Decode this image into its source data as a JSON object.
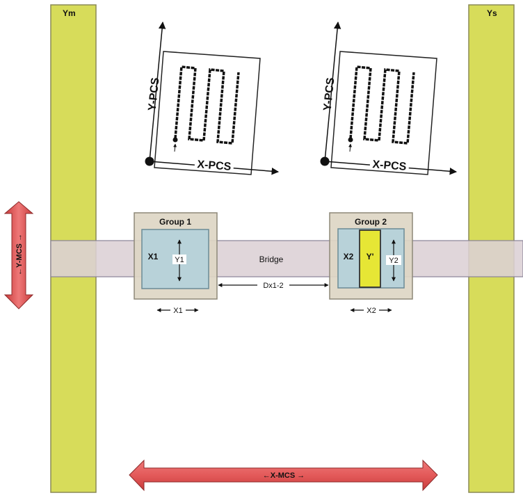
{
  "rails": {
    "left_label": "Ym",
    "right_label": "Ys"
  },
  "bridge": {
    "label": "Bridge"
  },
  "group1": {
    "title": "Group 1",
    "x_label": "X1",
    "y_label": "Y1",
    "x_dim": "X1"
  },
  "group2": {
    "title": "Group 2",
    "x_label": "X2",
    "y_prime_label": "Y'",
    "y_label": "Y2",
    "x_dim": "X2"
  },
  "spacing": {
    "label": "Dx1-2"
  },
  "mcs": {
    "y_label": "←Y-MCS →",
    "x_label": "←X-MCS →"
  },
  "pcs_left": {
    "x_label": "X-PCS",
    "y_label": "Y-PCS"
  },
  "pcs_right": {
    "x_label": "X-PCS",
    "y_label": "Y-PCS"
  },
  "colors": {
    "rail": "#d7dc5a",
    "bridge": "#dcd0d5",
    "group_frame": "#ddd6c4",
    "module": "#b8d2d9",
    "y_prime": "#e6e635",
    "mcs_arrow": "#e15a5a"
  }
}
